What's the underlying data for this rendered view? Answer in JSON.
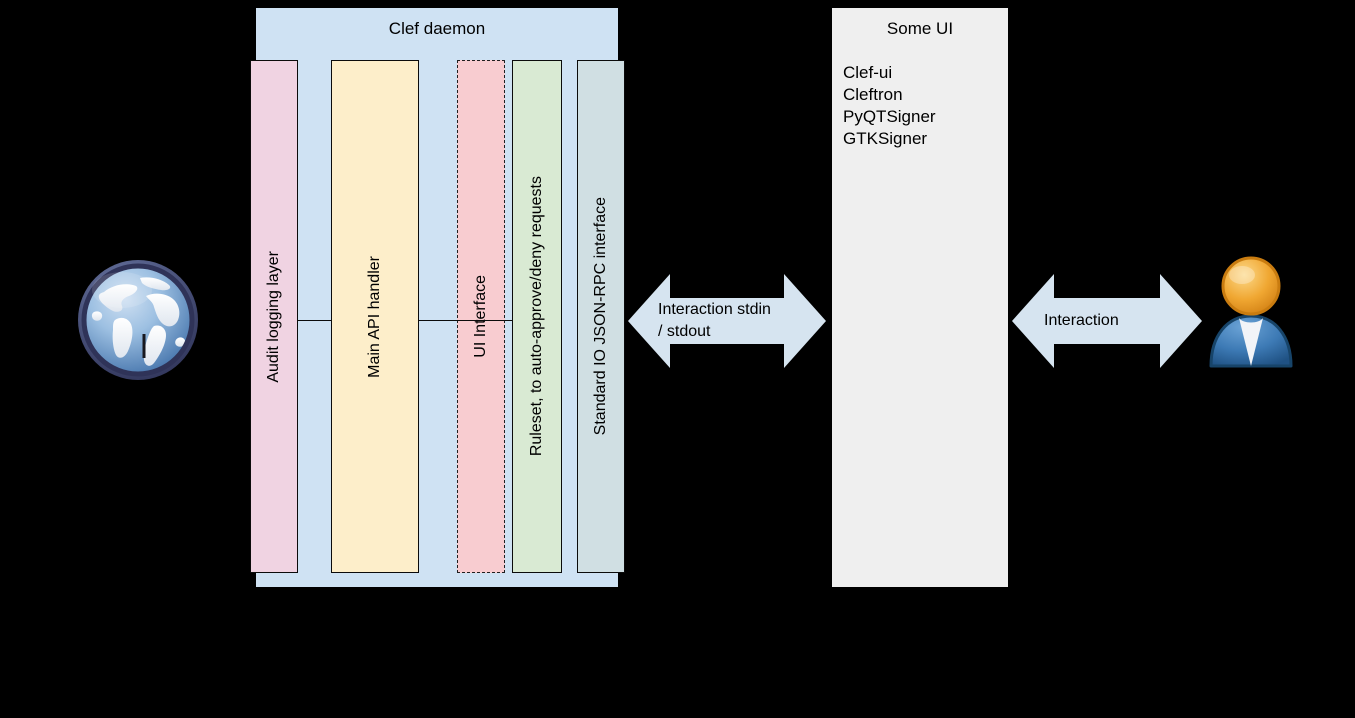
{
  "diagram": {
    "background_color": "#000000",
    "daemon": {
      "title": "Clef daemon",
      "fill": "#cfe2f3",
      "columns": [
        {
          "label": "Audit logging layer",
          "fill": "#f0d3e2",
          "style": "solid"
        },
        {
          "label": "Main API handler",
          "fill": "#fdeeca",
          "style": "solid"
        },
        {
          "label": "UI Interface",
          "fill": "#f8ccd0",
          "style": "dashed"
        },
        {
          "label": "Ruleset, to auto-approve/deny requests",
          "fill": "#d9ead3",
          "style": "solid"
        },
        {
          "label": "Standard IO JSON-RPC interface",
          "fill": "#d0dfe3",
          "style": "solid"
        }
      ]
    },
    "some_ui": {
      "title": "Some UI",
      "fill": "#efefef",
      "items": [
        "Clef-ui",
        "Cleftron",
        "PyQTSigner",
        "GTKSigner"
      ]
    },
    "arrows": [
      {
        "name": "daemon-to-ui",
        "label_line1": "Interaction stdin",
        "label_line2": "/ stdout",
        "fill": "#d6e4f0",
        "direction": "both"
      },
      {
        "name": "ui-to-user",
        "label_line1": "Interaction",
        "label_line2": "",
        "fill": "#d6e4f0",
        "direction": "both"
      }
    ],
    "icons": {
      "globe": "globe-icon",
      "user": "user-icon"
    }
  }
}
